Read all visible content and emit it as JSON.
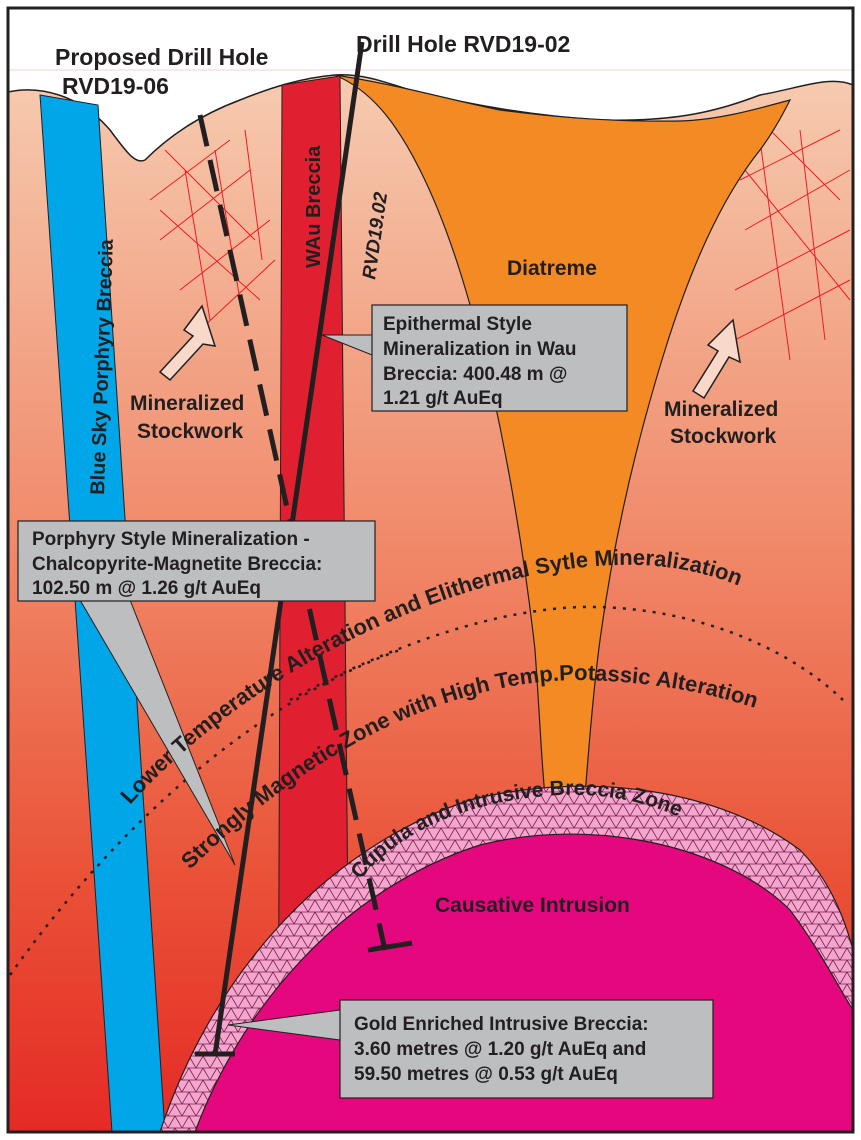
{
  "labels": {
    "proposed_hole_line1": "Proposed Drill Hole",
    "proposed_hole_line2": "RVD19-06",
    "drill_hole": "Drill Hole RVD19-02",
    "blue_sky": "Blue Sky Porphyry Breccia",
    "wau_breccia": "WAu Breccia",
    "rvd_label": "RVD19.02",
    "diatreme": "Diatreme",
    "stockwork_left_line1": "Mineralized",
    "stockwork_left_line2": "Stockwork",
    "stockwork_right_line1": "Mineralized",
    "stockwork_right_line2": "Stockwork",
    "arc_lower_temp": "Lower Temperature Alteration and Elithermal Sytle Mineralization",
    "arc_magnetic": "Strongly Magnetic Zone with High Temp.Potassic Alteration",
    "arc_cupula": "Cupula and Intrusive Breccia Zone",
    "causative": "Causative Intrusion"
  },
  "callouts": {
    "epithermal": [
      "Epithermal Style",
      "Mineralization in Wau",
      "Breccia: 400.48 m @",
      "1.21 g/t AuEq"
    ],
    "porphyry": [
      "Porphyry Style Mineralization -",
      "Chalcopyrite-Magnetite Breccia:",
      "102.50 m @ 1.26 g/t AuEq"
    ],
    "gold": [
      "Gold Enriched Intrusive Breccia:",
      "3.60 metres @ 1.20 g/t AuEq and",
      "59.50 metres @ 0.53 g/t AuEq"
    ]
  },
  "colors": {
    "background_top": "#f4c4a8",
    "background_bottom": "#e8302a",
    "blue_breccia": "#00a6e8",
    "wau_breccia": "#e02030",
    "diatreme": "#f38a24",
    "intrusion": "#e4077d",
    "cupula_zone": "#f0a8cc",
    "callout_box": "#bcbec0",
    "stockwork_lines": "#ee1c25",
    "frame": "#231f20"
  }
}
